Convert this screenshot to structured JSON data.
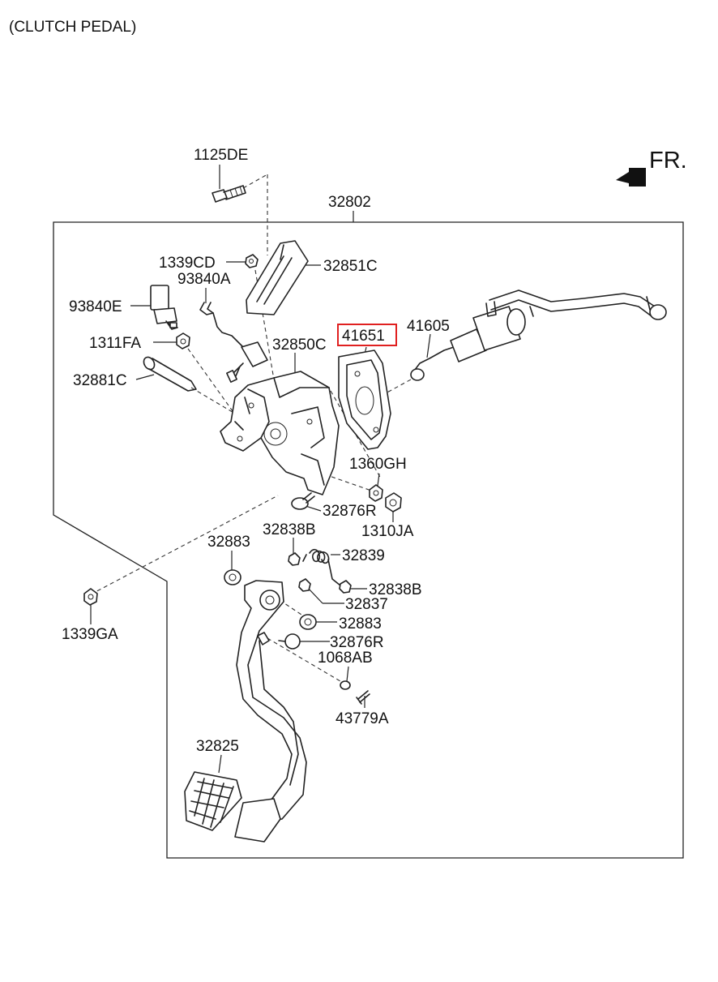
{
  "title": "(CLUTCH PEDAL)",
  "direction_label": "FR.",
  "highlight_color": "#e02020",
  "labels": {
    "p1125DE": "1125DE",
    "p32802": "32802",
    "p1339CD": "1339CD",
    "p32851C": "32851C",
    "p93840A": "93840A",
    "p93840E": "93840E",
    "p41651": "41651",
    "p41605": "41605",
    "p1311FA": "1311FA",
    "p32850C": "32850C",
    "p32881C": "32881C",
    "p1360GH": "1360GH",
    "p32876R_a": "32876R",
    "p1310JA": "1310JA",
    "p32883_a": "32883",
    "p32838B_a": "32838B",
    "p32839": "32839",
    "p32838B_b": "32838B",
    "p32837": "32837",
    "p1339GA": "1339GA",
    "p32883_b": "32883",
    "p32876R_b": "32876R",
    "p1068AB": "1068AB",
    "p43779A": "43779A",
    "p32825": "32825"
  }
}
